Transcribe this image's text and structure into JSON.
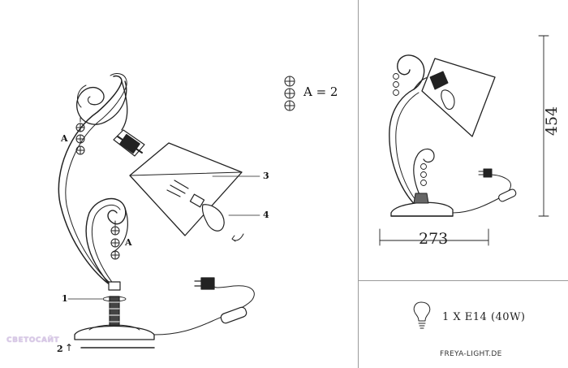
{
  "assembly": {
    "labels": {
      "one": "1",
      "two": "2",
      "three": "3",
      "four": "4",
      "crystal_upper": "A",
      "crystal_lower": "A"
    },
    "crystal_count": "A = 2"
  },
  "dimensions": {
    "height": "454",
    "width": "273"
  },
  "spec": {
    "bulb": "1 X E14 (40W)",
    "website": "FREYA-LIGHT.DE"
  },
  "watermark": {
    "text": "СВЕТОСАЙТ"
  }
}
